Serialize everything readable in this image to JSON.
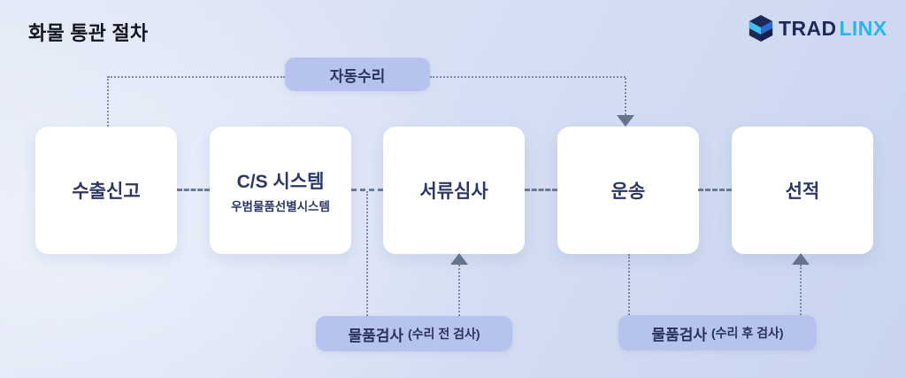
{
  "page": {
    "title": "화물 통관 절차"
  },
  "logo": {
    "name": "TRADLINX",
    "part1": "TRAD",
    "part2": "LINX"
  },
  "flow": {
    "boxes": [
      {
        "label": "수출신고"
      },
      {
        "label": "C/S 시스템",
        "sublabel": "우범물품선별시스템"
      },
      {
        "label": "서류심사"
      },
      {
        "label": "운송"
      },
      {
        "label": "선적"
      }
    ],
    "annotations": {
      "auto_accept": "자동수리",
      "inspection_before": {
        "main": "물품검사",
        "note": "(수리 전 검사)"
      },
      "inspection_after": {
        "main": "물품검사",
        "note": "(수리 후 검사)"
      }
    }
  },
  "colors": {
    "background_top": "#e4e9f7",
    "background_bottom": "#c9d4ef",
    "box_background": "#ffffff",
    "box_text": "#2c3765",
    "pill_background": "#b6c3ee",
    "pill_text": "#28325c",
    "line": "#7e89a0",
    "dash_connector": "#6b7a94",
    "arrowhead": "#66738e",
    "title_text": "#14171f",
    "logo_navy": "#1c2a58",
    "logo_cyan": "#2bb5ec"
  }
}
